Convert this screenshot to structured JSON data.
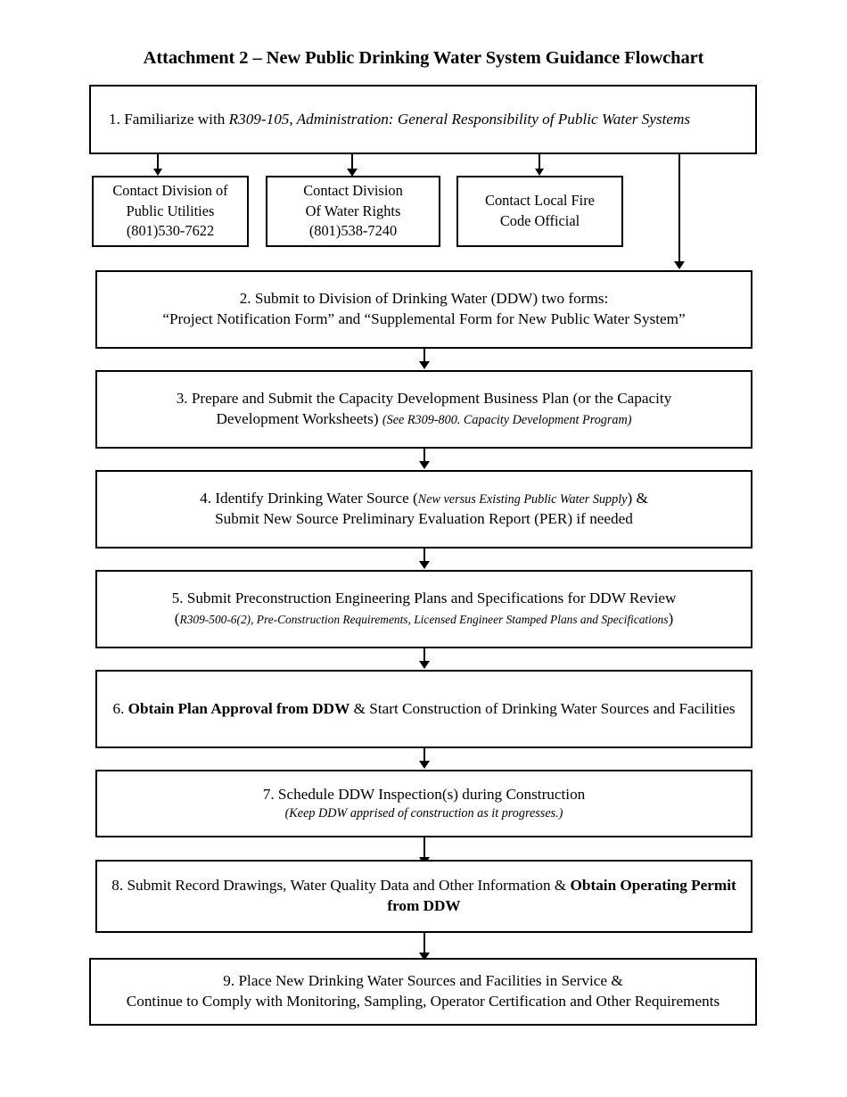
{
  "document": {
    "title": "Attachment 2 – New Public Drinking Water System Guidance Flowchart"
  },
  "steps": {
    "step1": {
      "number": "1.",
      "text_plain": "Familiarize with ",
      "text_italic": "R309-105, Administration: General Responsibility of Public Water Systems"
    },
    "step2": {
      "line1": "2.  Submit to Division of Drinking Water (DDW) two forms:",
      "line2": "“Project Notification Form” and “Supplemental Form for New Public Water System”"
    },
    "step3": {
      "line1": "3.  Prepare and Submit the Capacity Development Business Plan (or the Capacity",
      "line2_plain": "Development Worksheets) ",
      "line2_italic": "(See R309-800. Capacity Development Program)"
    },
    "step4": {
      "line1_before": "4.  Identify Drinking Water Source (",
      "line1_italic": "New versus Existing Public Water Supply",
      "line1_after": ") &",
      "line2": "Submit New Source Preliminary Evaluation Report (PER) if needed"
    },
    "step5": {
      "line1": "5.  Submit Preconstruction Engineering Plans and Specifications for DDW Review",
      "line2_before": "(",
      "line2_italic": "R309-500-6(2), Pre-Construction Requirements, Licensed Engineer Stamped Plans and Specifications",
      "line2_after": ")"
    },
    "step6": {
      "number": "6.  ",
      "bold": "Obtain Plan Approval from DDW",
      "rest": " & Start Construction of Drinking Water Sources and Facilities"
    },
    "step7": {
      "line1": "7.  Schedule DDW Inspection(s) during Construction",
      "line2_italic": "(Keep DDW apprised of construction as it progresses.)"
    },
    "step8": {
      "plain": "8.  Submit Record Drawings, Water Quality Data and Other Information & ",
      "bold": "Obtain Operating Permit from DDW"
    },
    "step9": {
      "line1": "9.  Place New Drinking Water Sources and Facilities in Service &",
      "line2": "Continue to Comply with Monitoring, Sampling, Operator Certification and Other Requirements"
    }
  },
  "contacts": [
    {
      "line1": "Contact Division of",
      "line2": "Public Utilities",
      "line3": "(801)530-7622"
    },
    {
      "line1": "Contact Division",
      "line2": "Of Water Rights",
      "line3": "(801)538-7240"
    },
    {
      "line1": "Contact Local Fire",
      "line2": "Code Official",
      "line3": ""
    }
  ],
  "colors": {
    "line": "#000000",
    "background": "#ffffff",
    "text": "#000000"
  }
}
